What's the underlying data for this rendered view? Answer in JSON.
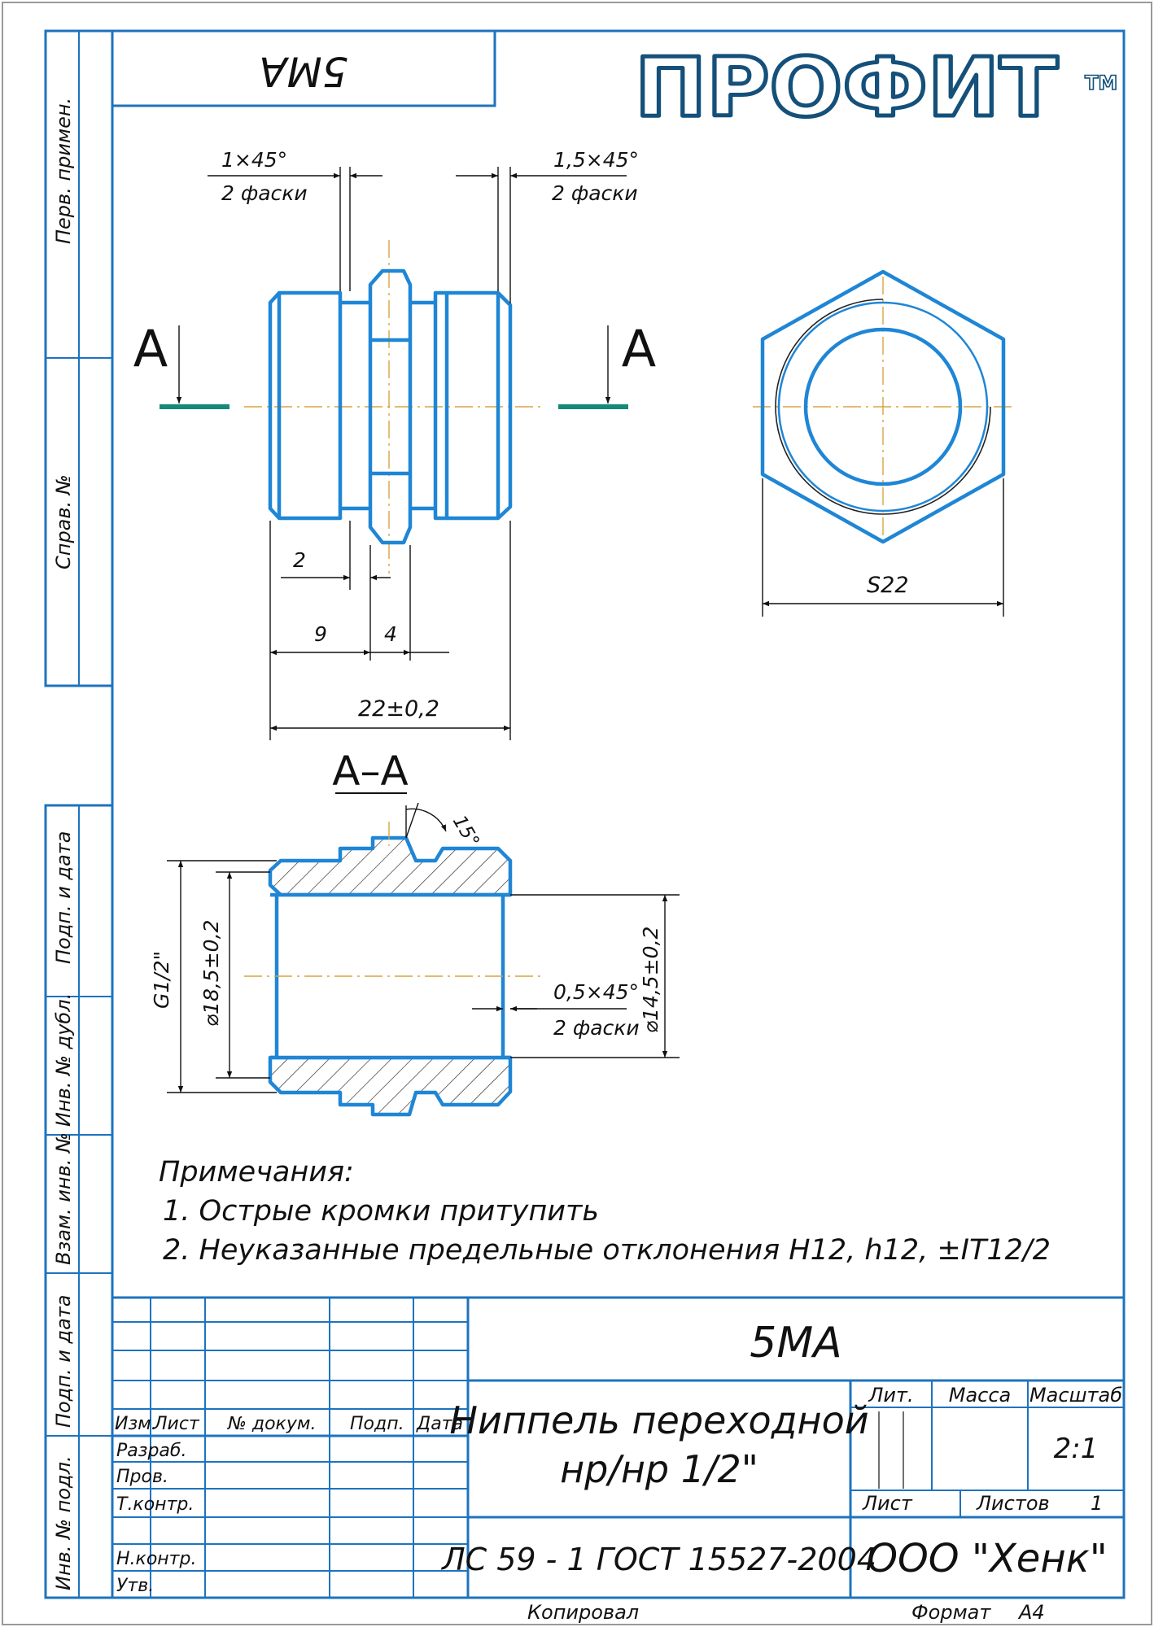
{
  "colors": {
    "frame": "#1e73be",
    "part": "#1f86d6",
    "axis": "#d9a441",
    "cut_line": "#138a7a",
    "logo": "#14507a"
  },
  "logo": {
    "text": "ПРОФИТ",
    "tm": "TM"
  },
  "top_stamp": "5MA",
  "side_labels": [
    "Перв. примен.",
    "Справ. №",
    "Подп. и дата",
    "Инв. № дубл.",
    "Взам. инв. №",
    "Подп. и дата",
    "Инв. № подл."
  ],
  "dims": {
    "chamfer_left": "1×45°",
    "chamfer_left_note": "2 фаски",
    "chamfer_right": "1,5×45°",
    "chamfer_right_note": "2 фаски",
    "d_2": "2",
    "d_9": "9",
    "d_4": "4",
    "d_22": "22±0,2",
    "s22": "S22",
    "angle": "15°",
    "g": "G1/2\"",
    "d_185": "⌀18,5±0,2",
    "d_145": "⌀14,5±0,2",
    "chamfer_inner": "0,5×45°",
    "chamfer_inner_note": "2 фаски"
  },
  "section_marker": "А",
  "section_title": "А–А",
  "notes": {
    "heading": "Примечания:",
    "items": [
      "1. Острые кромки притупить",
      "2. Неуказанные предельные отклонения H12, h12, ±IT12/2"
    ]
  },
  "title_block": {
    "designation": "5MA",
    "name_line1": "Ниппель переходной",
    "name_line2": "нр/нр 1/2\"",
    "material": "ЛС 59 - 1 ГОСТ 15527-2004",
    "company": "ООО \"Хенк\"",
    "col_headers": [
      "Изм.",
      "Лист",
      "№ докум.",
      "Подп.",
      "Дата"
    ],
    "roles": [
      "Разраб.",
      "Пров.",
      "Т.контр.",
      "",
      "Н.контр.",
      "Утв."
    ],
    "lit_label": "Лит.",
    "mass_label": "Масса",
    "scale_label": "Масштаб",
    "scale_value": "2:1",
    "sheet_label": "Лист",
    "sheets_label": "Листов",
    "sheets_value": "1"
  },
  "footer": {
    "copied": "Копировал",
    "format_label": "Формат",
    "format_value": "А4"
  }
}
